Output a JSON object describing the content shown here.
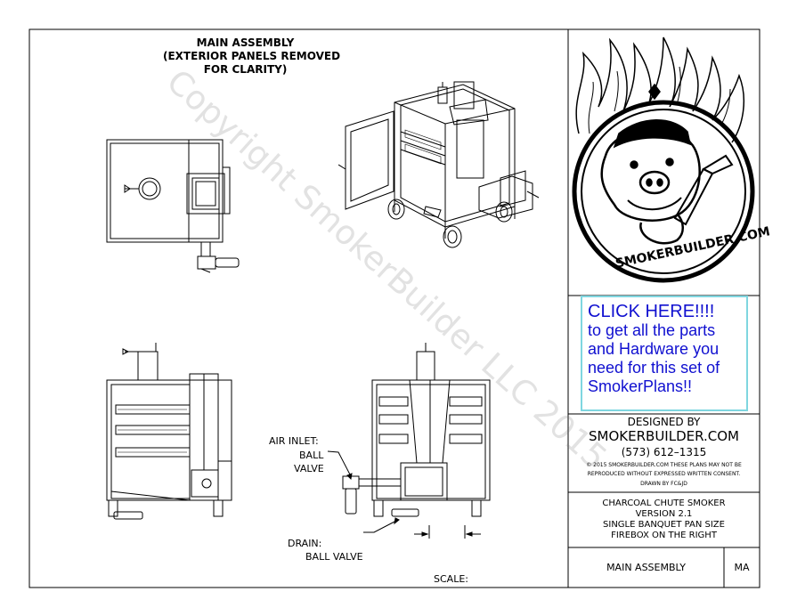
{
  "drawing": {
    "title_line1": "MAIN ASSEMBLY",
    "title_line2": "(EXTERIOR PANELS REMOVED",
    "title_line3": "FOR CLARITY)",
    "watermark": "Copyright SmokerBuilder LLC 2015",
    "callouts": {
      "air_inlet_1": "AIR INLET:",
      "air_inlet_2": "BALL",
      "air_inlet_3": "VALVE",
      "drain_1": "DRAIN:",
      "drain_2": "BALL VALVE"
    },
    "scale_label": "SCALE:"
  },
  "logo": {
    "text": "SMOKERBUILDER.COM"
  },
  "promo": {
    "line1": "CLICK HERE!!!!",
    "line2": "to get all the parts",
    "line3": "and Hardware you",
    "line4": "need for this set of",
    "line5": "SmokerPlans!!"
  },
  "title_block": {
    "designed_by": "DESIGNED BY",
    "company": "SMOKERBUILDER.COM",
    "phone": "(573) 612–1315",
    "copyright_1": "© 2015 SMOKERBUILDER.COM THESE PLANS MAY NOT BE",
    "copyright_2": "REPRODUCED WITHOUT EXPRESSED WRITTEN CONSENT.",
    "drawn_by": "DRAWN BY FC&JD",
    "product_1": "CHARCOAL CHUTE SMOKER",
    "product_2": "VERSION 2.1",
    "product_3": "SINGLE BANQUET PAN SIZE",
    "product_4": "FIREBOX ON THE RIGHT",
    "sheet_name": "MAIN ASSEMBLY",
    "sheet_code": "MA"
  }
}
